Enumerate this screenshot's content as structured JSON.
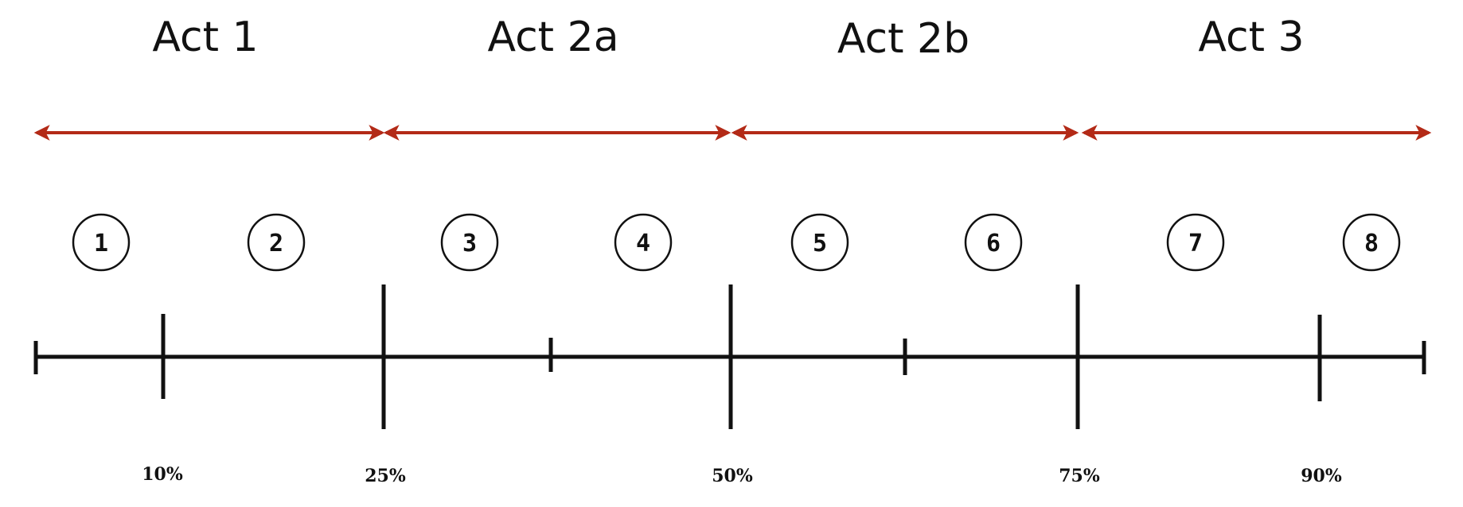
{
  "colors": {
    "arrow": "#b32a17",
    "ink": "#111111",
    "background": "#ffffff"
  },
  "acts": [
    {
      "label": "Act 1"
    },
    {
      "label": "Act 2a"
    },
    {
      "label": "Act 2b"
    },
    {
      "label": "Act 3"
    }
  ],
  "beats": [
    "1",
    "2",
    "3",
    "4",
    "5",
    "6",
    "7",
    "8"
  ],
  "percent_markers": [
    {
      "label": "10%"
    },
    {
      "label": "25%"
    },
    {
      "label": "50%"
    },
    {
      "label": "75%"
    },
    {
      "label": "90%"
    }
  ]
}
